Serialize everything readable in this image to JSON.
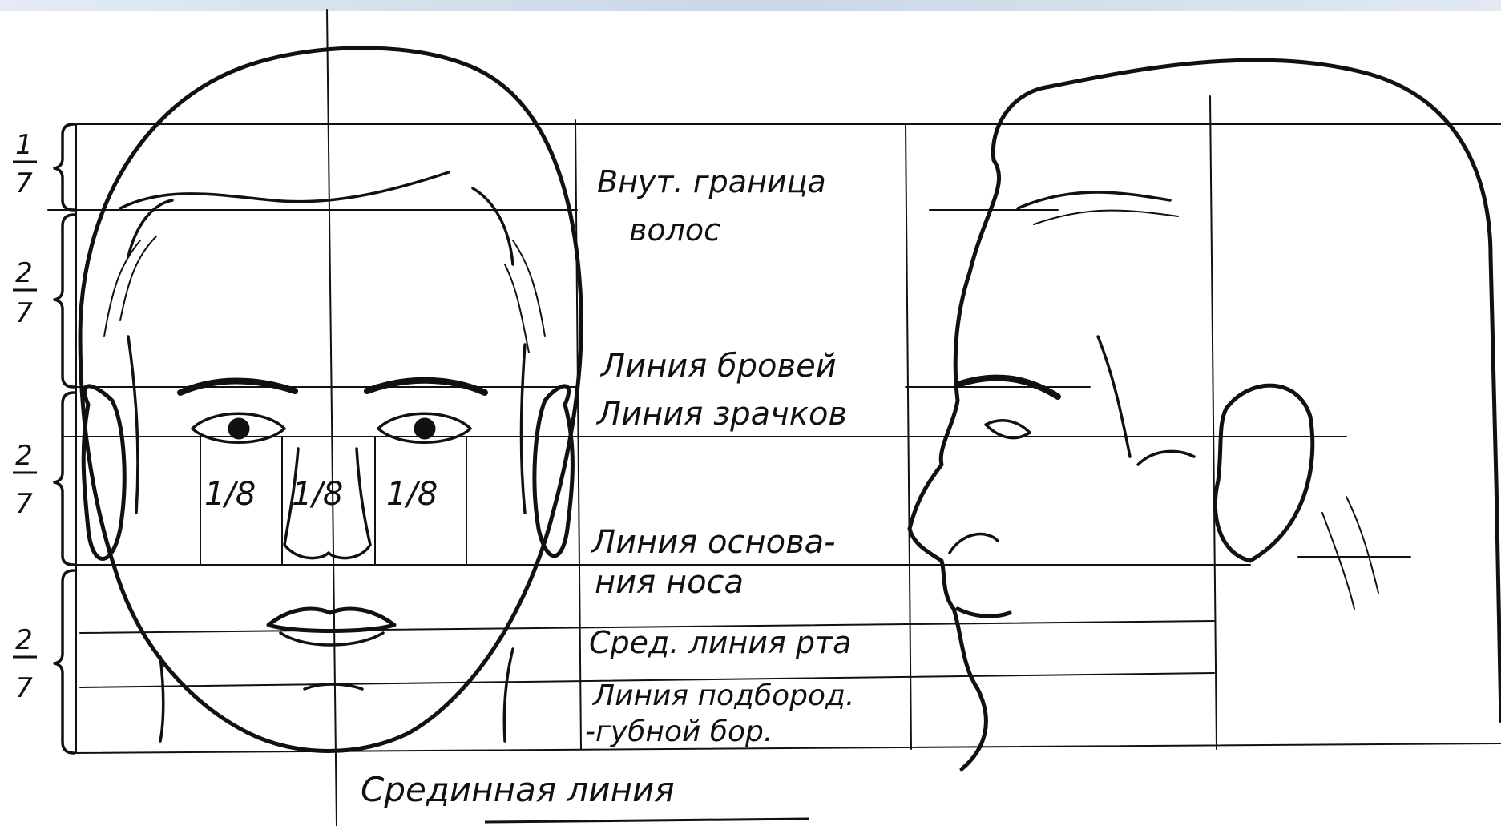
{
  "proportion_labels": {
    "top": {
      "num": "1",
      "den": "7"
    },
    "forehead": {
      "num": "2",
      "den": "7"
    },
    "middle": {
      "num": "2",
      "den": "7"
    },
    "lower": {
      "num": "2",
      "den": "7"
    }
  },
  "eye_spacing_labels": [
    "1/8",
    "1/8",
    "1/8"
  ],
  "level_labels": {
    "hairline_1": "Внут. граница",
    "hairline_2": "волос",
    "brows": "Линия бровей",
    "pupils": "Линия зрачков",
    "nose_base_1": "Линия основа-",
    "nose_base_2": "ния носа",
    "mouth": "Сред. линия рта",
    "chin_1": "Линия подбород.",
    "chin_2": "-губной бор."
  },
  "midline_label": "Срединная линия",
  "colors": {
    "ink": "#111111",
    "paper": "#ffffff",
    "banner": "#dde6ee"
  }
}
